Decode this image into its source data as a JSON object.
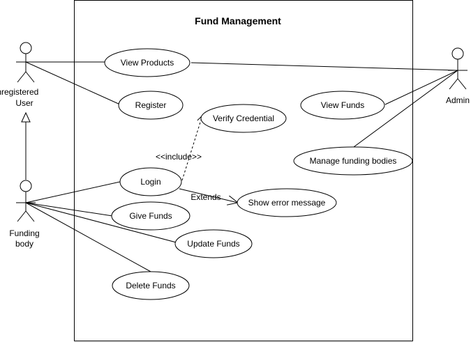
{
  "system": {
    "title": "Fund Management"
  },
  "actors": {
    "unregistered": {
      "line1": "Unregistered",
      "line2": "User"
    },
    "funding_body": {
      "line1": "Funding",
      "line2": "body"
    },
    "admin": {
      "label": "Admin"
    }
  },
  "use_cases": {
    "view_products": "View Products",
    "register": "Register",
    "verify_credential": "Verify Credential",
    "login": "Login",
    "show_error": "Show error message",
    "give_funds": "Give Funds",
    "update_funds": "Update Funds",
    "delete_funds": "Delete Funds",
    "view_funds": "View Funds",
    "manage_funding_bodies": "Manage funding bodies"
  },
  "relations": {
    "include": "<<include>>",
    "extends": "Extends"
  }
}
